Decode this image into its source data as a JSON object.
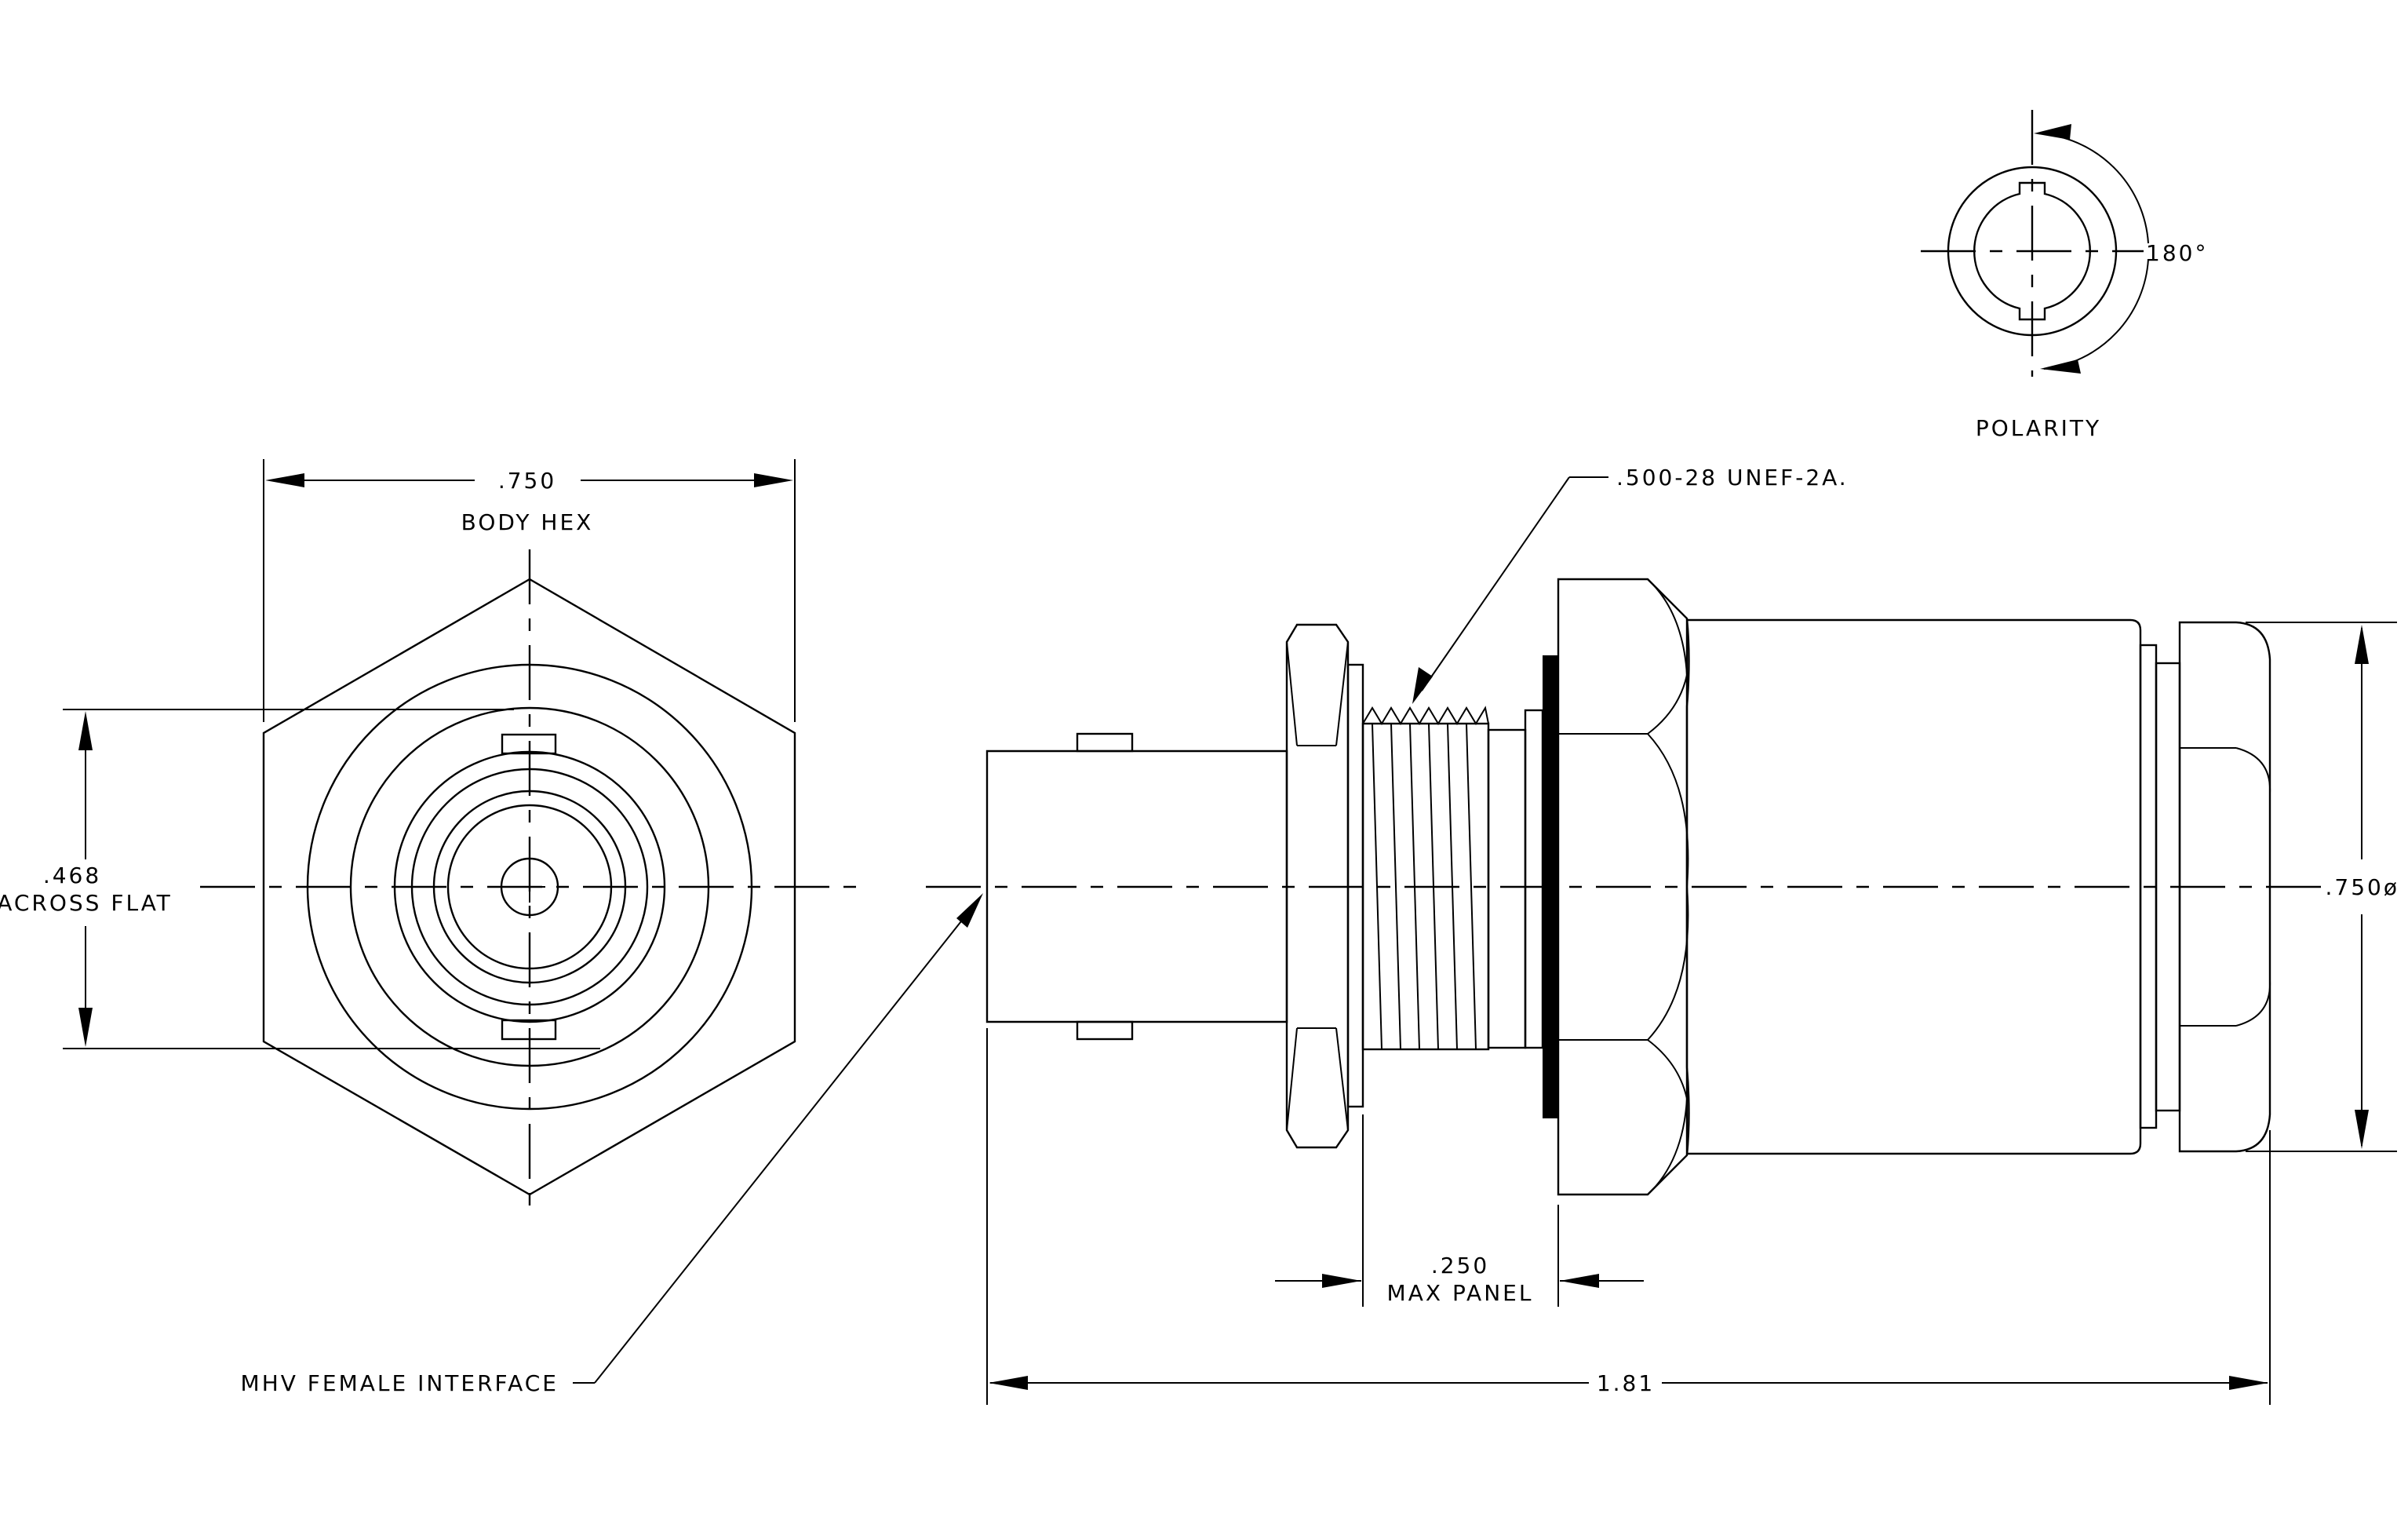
{
  "labels": {
    "body_hex_dim": ".750",
    "body_hex": "BODY HEX",
    "across_flat_dim": ".468",
    "across_flat": "ACROSS FLAT",
    "thread": ".500-28 UNEF-2A.",
    "diameter": ".750ø",
    "panel_dim": ".250",
    "max_panel": "MAX PANEL",
    "length": "1.81",
    "interface": "MHV FEMALE INTERFACE",
    "polarity": "POLARITY",
    "angle": "180°"
  },
  "colors": {
    "line": "#000000",
    "background": "#ffffff"
  }
}
